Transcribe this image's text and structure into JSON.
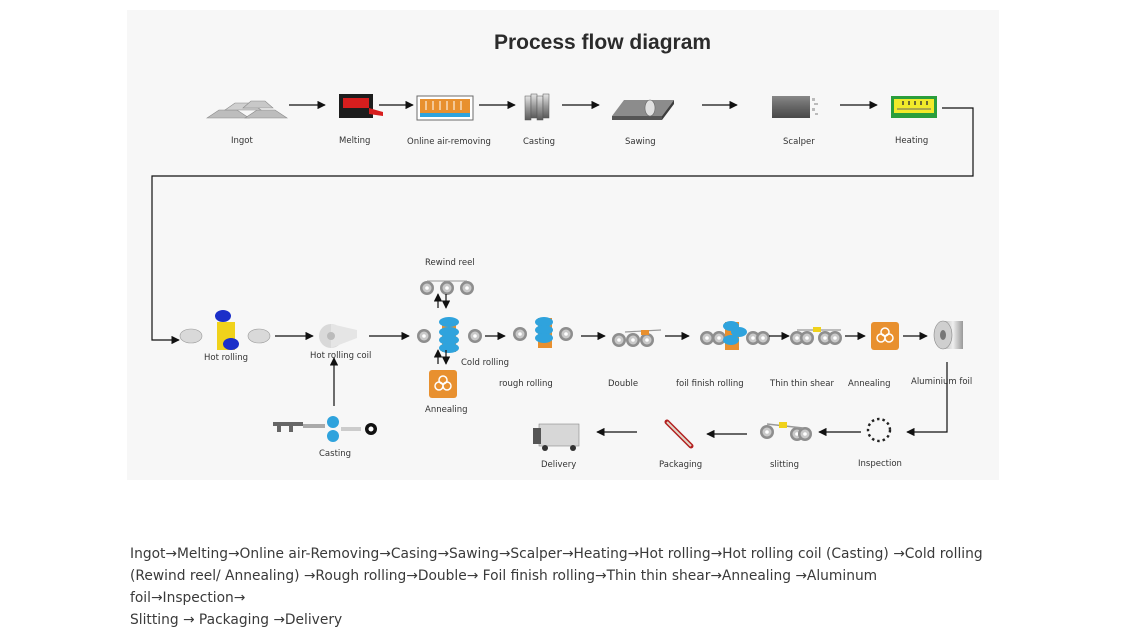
{
  "diagram": {
    "title": "Process flow diagram",
    "row1": {
      "ingot": "Ingot",
      "melting": "Melting",
      "air_removing": "Online  air-removing",
      "casting": "Casting",
      "sawing": "Sawing",
      "scalper": "Scalper",
      "heating": "Heating"
    },
    "row2": {
      "rewind_reel": "Rewind reel",
      "hot_rolling": "Hot rolling",
      "hot_rolling_coil": "Hot rolling coil",
      "cold_rolling": "Cold rolling",
      "rough_rolling": "rough rolling",
      "double": "Double",
      "foil_finish_rolling": "foil finish rolling",
      "thin_thin_shear": "Thin thin shear",
      "annealing": "Annealing",
      "aluminium_foil": "Aluminium foil"
    },
    "row3": {
      "casting": "Casting",
      "annealing": "Annealing",
      "delivery": "Delivery",
      "packaging": "Packaging",
      "slitting": "slitting",
      "inspection": "Inspection"
    }
  },
  "caption": {
    "line1": "Ingot→Melting→Online air-Removing→Casing→Sawing→Scalper→Heating→Hot rolling→Hot rolling coil (Casting) →Cold rolling",
    "line2": "(Rewind reel/ Annealing) →Rough rolling→Double→ Foil finish rolling→Thin thin shear→Annealing →Aluminum foil→Inspection→",
    "line3": "Slitting → Packaging →Delivery"
  },
  "colors": {
    "background": "#f7f7f7",
    "roller_blue": "#2fa3dd",
    "roller_yellow": "#f0d21b",
    "annealing_orange": "#e8902f",
    "heating_yellow": "#f1ea2a",
    "melting_red": "#d71e1e"
  }
}
